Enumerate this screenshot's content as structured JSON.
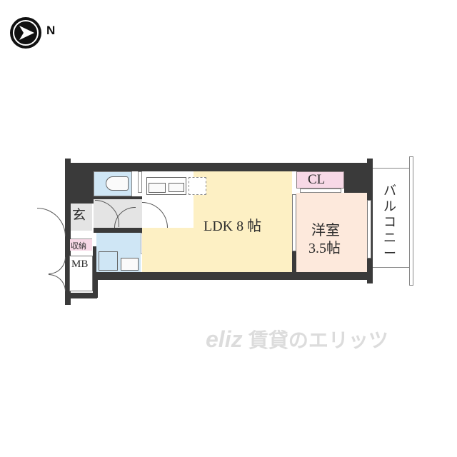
{
  "compass": {
    "icon": "north-arrow-icon",
    "label": "N",
    "direction": "right"
  },
  "floorplan": {
    "rooms": {
      "ldk": {
        "name": "LDK",
        "size": "8",
        "unit": "帖",
        "label": "LDK 8 帖",
        "color": "#fdf0c4"
      },
      "yoshitsu": {
        "name": "洋室",
        "size": "3.5帖",
        "color": "#fde9dc"
      },
      "closet": {
        "label": "CL",
        "color": "#f7d8e6"
      },
      "entrance": {
        "label": "玄"
      },
      "storage": {
        "label": "収納"
      },
      "meter_box": {
        "label": "MB"
      },
      "balcony": {
        "label": "バルコニー"
      }
    },
    "fixtures": [
      "toilet-icon",
      "washing-machine-icon",
      "sink-icon",
      "bathtub-icon",
      "stove-icon",
      "kitchen-sink-icon",
      "fridge-space-icon"
    ],
    "colors": {
      "wall": "#3a3a3a",
      "wet_area": "#cfe6f5",
      "hallway": "#e4e4e4"
    }
  },
  "watermark": {
    "logo": "eliz",
    "text": "賃貸のエリッツ"
  }
}
